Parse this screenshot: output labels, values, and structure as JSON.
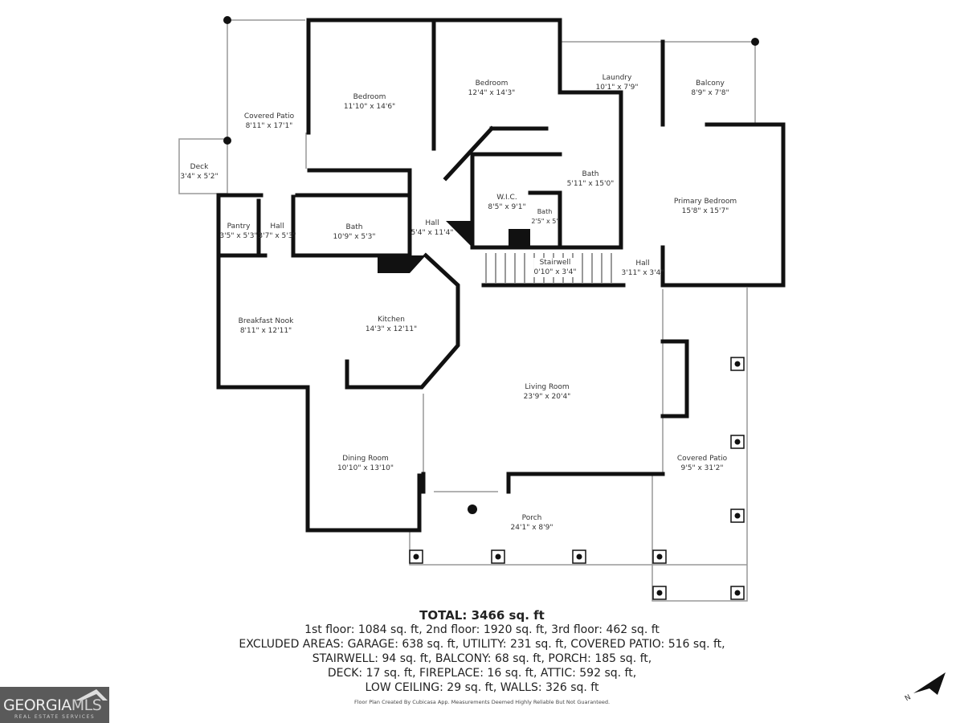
{
  "rooms": [
    {
      "name": "Covered Patio",
      "size": "8'11\" x 17'1\""
    },
    {
      "name": "Bedroom",
      "size": "11'10\" x 14'6\""
    },
    {
      "name": "Bedroom",
      "size": "12'4\" x 14'3\""
    },
    {
      "name": "Laundry",
      "size": "10'1\" x 7'9\""
    },
    {
      "name": "Balcony",
      "size": "8'9\" x 7'8\""
    },
    {
      "name": "Deck",
      "size": "3'4\" x 5'2\""
    },
    {
      "name": "Pantry",
      "size": "3'5\" x 5'3\""
    },
    {
      "name": "Hall",
      "size": "3'7\" x 5'3\""
    },
    {
      "name": "Bath",
      "size": "10'9\" x 5'3\""
    },
    {
      "name": "Hall",
      "size": "5'4\" x 11'4\""
    },
    {
      "name": "W.I.C.",
      "size": "8'5\" x 9'1\""
    },
    {
      "name": "Bath",
      "size": "2'5\" x 5'"
    },
    {
      "name": "Bath",
      "size": "5'11\" x 15'0\""
    },
    {
      "name": "Primary Bedroom",
      "size": "15'8\" x 15'7\""
    },
    {
      "name": "Stairwell",
      "size": "0'10\" x 3'4\""
    },
    {
      "name": "Hall",
      "size": "3'11\" x 3'4\""
    },
    {
      "name": "Breakfast Nook",
      "size": "8'11\" x 12'11\""
    },
    {
      "name": "Kitchen",
      "size": "14'3\" x 12'11\""
    },
    {
      "name": "Living Room",
      "size": "23'9\" x 20'4\""
    },
    {
      "name": "Covered Patio",
      "size": "9'5\" x 31'2\""
    },
    {
      "name": "Dining Room",
      "size": "10'10\" x 13'10\""
    },
    {
      "name": "Porch",
      "size": "24'1\" x 8'9\""
    }
  ],
  "summary": {
    "total": "TOTAL: 3466 sq. ft",
    "lines": [
      "1st floor: 1084 sq. ft, 2nd floor: 1920 sq. ft, 3rd floor: 462 sq. ft",
      "EXCLUDED AREAS: GARAGE: 638 sq. ft, UTILITY: 231 sq. ft, COVERED PATIO: 516 sq. ft,",
      "STAIRWELL: 94 sq. ft, BALCONY: 68 sq. ft, PORCH: 185 sq. ft,",
      "DECK: 17 sq. ft, FIREPLACE: 16 sq. ft, ATTIC: 592 sq. ft,",
      "LOW CEILING: 29 sq. ft, WALLS: 326 sq. ft"
    ]
  },
  "disclaimer": "Floor Plan Created By Cubicasa App. Measurements Deemed Highly Reliable But Not Guaranteed.",
  "logo": {
    "part1": "GEORGIA",
    "part2": "MLS",
    "tagline": "REAL ESTATE SERVICES"
  },
  "compass": {
    "label": "N",
    "icon": "north-arrow-icon"
  },
  "colors": {
    "wall": "#111111",
    "logo_bg": "#5a5a5a"
  }
}
